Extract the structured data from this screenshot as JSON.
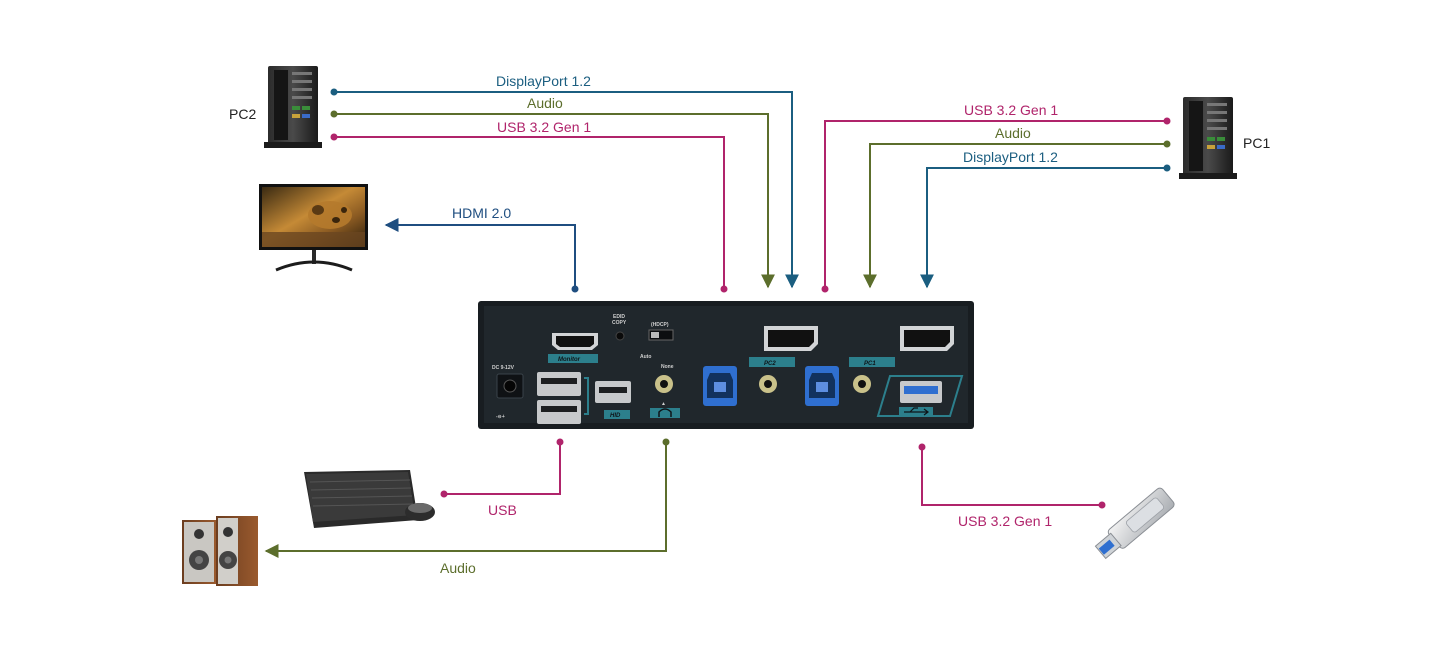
{
  "colors": {
    "displayport": "#1b5e80",
    "audio": "#5c6e2c",
    "usb": "#b0246b",
    "hdmi": "#1f4e80",
    "panel_accent": "#2c7f8c"
  },
  "devices": {
    "pc1": {
      "label": "PC1",
      "icon": "tower-pc-icon"
    },
    "pc2": {
      "label": "PC2",
      "icon": "tower-pc-icon"
    },
    "monitor": {
      "icon": "monitor-icon"
    },
    "keyboard_mouse": {
      "icon": "keyboard-mouse-icon"
    },
    "speakers": {
      "icon": "speakers-icon"
    },
    "usb_drive": {
      "icon": "usb-flash-drive-icon"
    }
  },
  "connections": {
    "pc2_displayport": "DisplayPort 1.2",
    "pc2_audio": "Audio",
    "pc2_usb": "USB 3.2 Gen 1",
    "pc1_usb": "USB 3.2 Gen 1",
    "pc1_audio": "Audio",
    "pc1_displayport": "DisplayPort 1.2",
    "monitor_hdmi": "HDMI 2.0",
    "hid_usb": "USB",
    "speaker_audio": "Audio",
    "usb_drive": "USB 3.2 Gen 1"
  },
  "panel": {
    "dc_label": "DC 9-12V",
    "edid_label": "EDID",
    "copy_label": "COPY",
    "hdcp_label": "(HDCP)",
    "auto_label": "Auto",
    "none_label": "None",
    "monitor_tag": "Monitor",
    "hid_tag": "HID",
    "pc2_tag": "PC2",
    "pc1_tag": "PC1"
  }
}
